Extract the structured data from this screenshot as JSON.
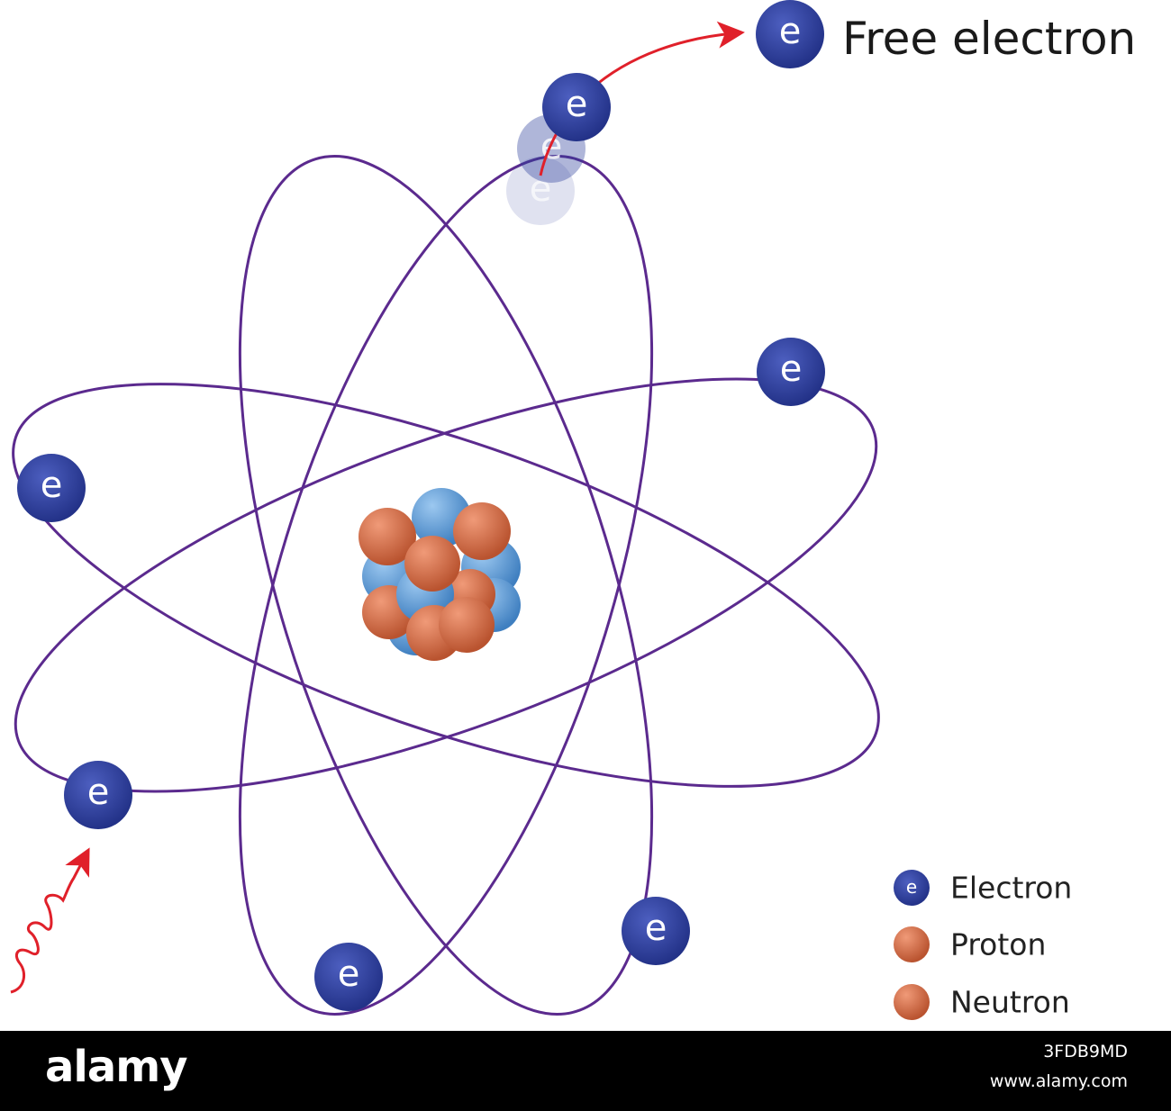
{
  "free_electron_label": "Free electron",
  "electron_symbol": "e",
  "legend": {
    "items": [
      {
        "key": "electron",
        "label": "Electron",
        "symbol": "e"
      },
      {
        "key": "proton",
        "label": "Proton"
      },
      {
        "key": "neutron",
        "label": "Neutron"
      }
    ]
  },
  "footer": {
    "brand": "alamy",
    "image_id": "3FDB9MD",
    "site": "www.alamy.com"
  },
  "colors": {
    "orbit": "#5b2a8e",
    "electron": "#2e3f9c",
    "proton": "#d96b47",
    "neutron": "#5a96d2",
    "arrow": "#e0202a"
  }
}
